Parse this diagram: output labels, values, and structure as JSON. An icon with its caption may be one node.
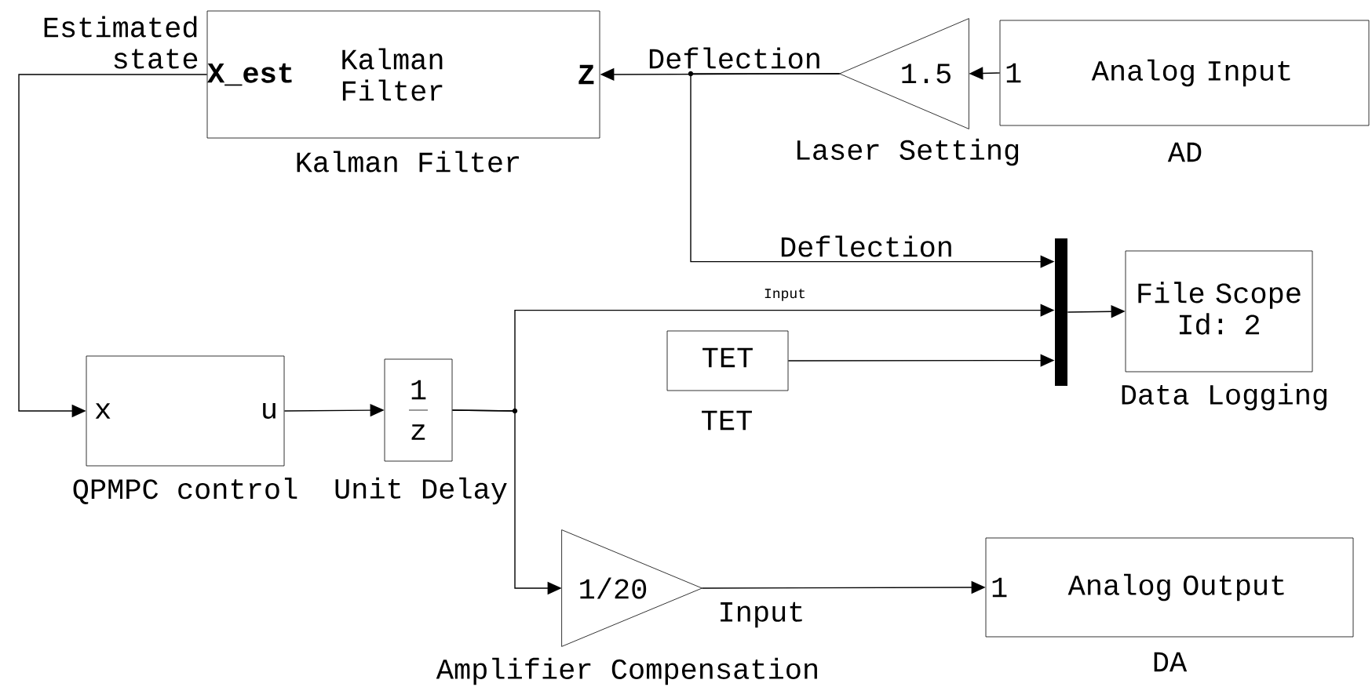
{
  "diagram": {
    "nodes": [
      {
        "text": [
          "X_est",
          "Kalman Filter",
          "Z"
        ],
        "beside": [
          "Kalman Filter"
        ]
      },
      {
        "text": [
          "1.5"
        ],
        "beside": [
          "Laser Setting"
        ]
      },
      {
        "text": [
          "1",
          "Analog Input"
        ],
        "beside": [
          "AD"
        ]
      },
      {
        "text": [
          "x",
          "u"
        ],
        "beside": [
          "QPMPC control"
        ]
      },
      {
        "text": [
          "1",
          "z"
        ],
        "beside": [
          "Unit Delay"
        ]
      },
      {
        "text": [],
        "shape": "bar"
      },
      {
        "text": [
          "File Scope Id: 2"
        ],
        "beside": [
          "Data Logging"
        ]
      },
      {
        "text": [
          "TET"
        ],
        "beside": [
          "TET"
        ]
      },
      {
        "text": [
          "1/20"
        ],
        "beside": [
          "Amplifier Compensation"
        ]
      },
      {
        "text": [
          "1",
          "Analog Output"
        ],
        "beside": [
          "DA"
        ]
      }
    ],
    "edges": [
      {
        "from": 2,
        "to": 1,
        "arrow": "to"
      },
      {
        "from": 1,
        "to": 0,
        "arrow": "to",
        "label": "Deflection"
      },
      {
        "from": 1,
        "to": 5,
        "arrow": "to",
        "label": "Deflection"
      },
      {
        "from": 0,
        "to": 3,
        "arrow": "to",
        "label": "Estimated state"
      },
      {
        "from": 3,
        "to": 4,
        "arrow": "to"
      },
      {
        "from": 4,
        "to": 5,
        "arrow": "to",
        "label": "Input"
      },
      {
        "from": 7,
        "to": 5,
        "arrow": "to"
      },
      {
        "from": 4,
        "to": 8,
        "arrow": "to"
      },
      {
        "from": 8,
        "to": 9,
        "arrow": "to",
        "label": "Input"
      },
      {
        "from": 5,
        "to": 6,
        "arrow": "to"
      }
    ]
  }
}
